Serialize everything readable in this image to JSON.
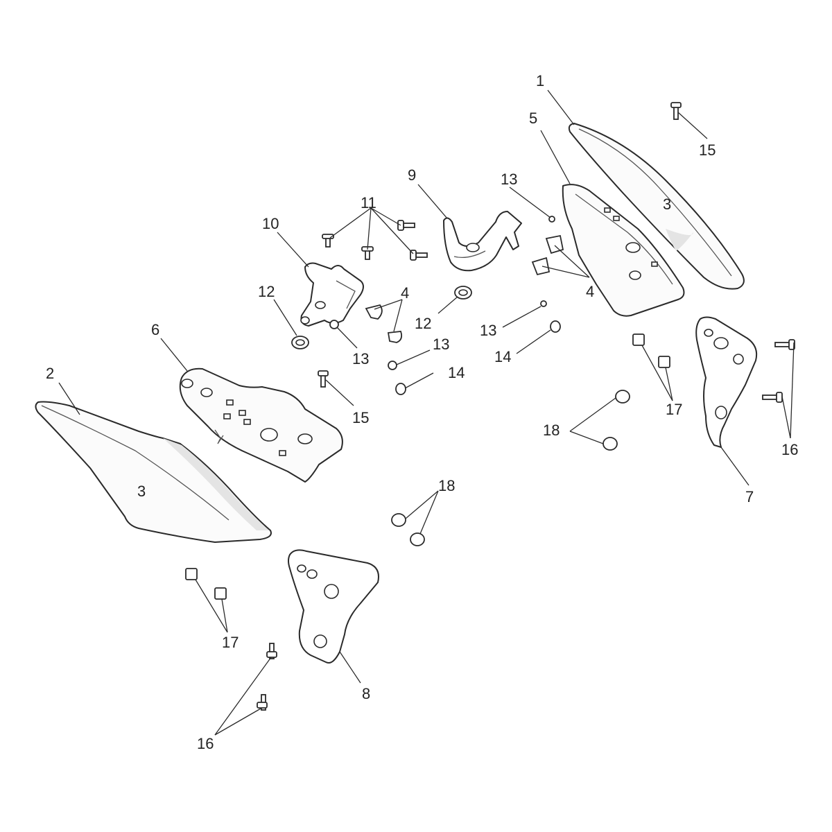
{
  "callouts": {
    "c1": "1",
    "c2": "2",
    "c3a": "3",
    "c3b": "3",
    "c4a": "4",
    "c4b": "4",
    "c5": "5",
    "c6": "6",
    "c7": "7",
    "c8": "8",
    "c9": "9",
    "c10": "10",
    "c11": "11",
    "c12a": "12",
    "c12b": "12",
    "c13a": "13",
    "c13b": "13",
    "c13c": "13",
    "c13d": "13",
    "c14a": "14",
    "c14b": "14",
    "c15a": "15",
    "c15b": "15",
    "c16a": "16",
    "c16b": "16",
    "c17a": "17",
    "c17b": "17",
    "c18a": "18",
    "c18b": "18"
  },
  "colors": {
    "line": "#2a2a2a",
    "background": "#ffffff"
  }
}
